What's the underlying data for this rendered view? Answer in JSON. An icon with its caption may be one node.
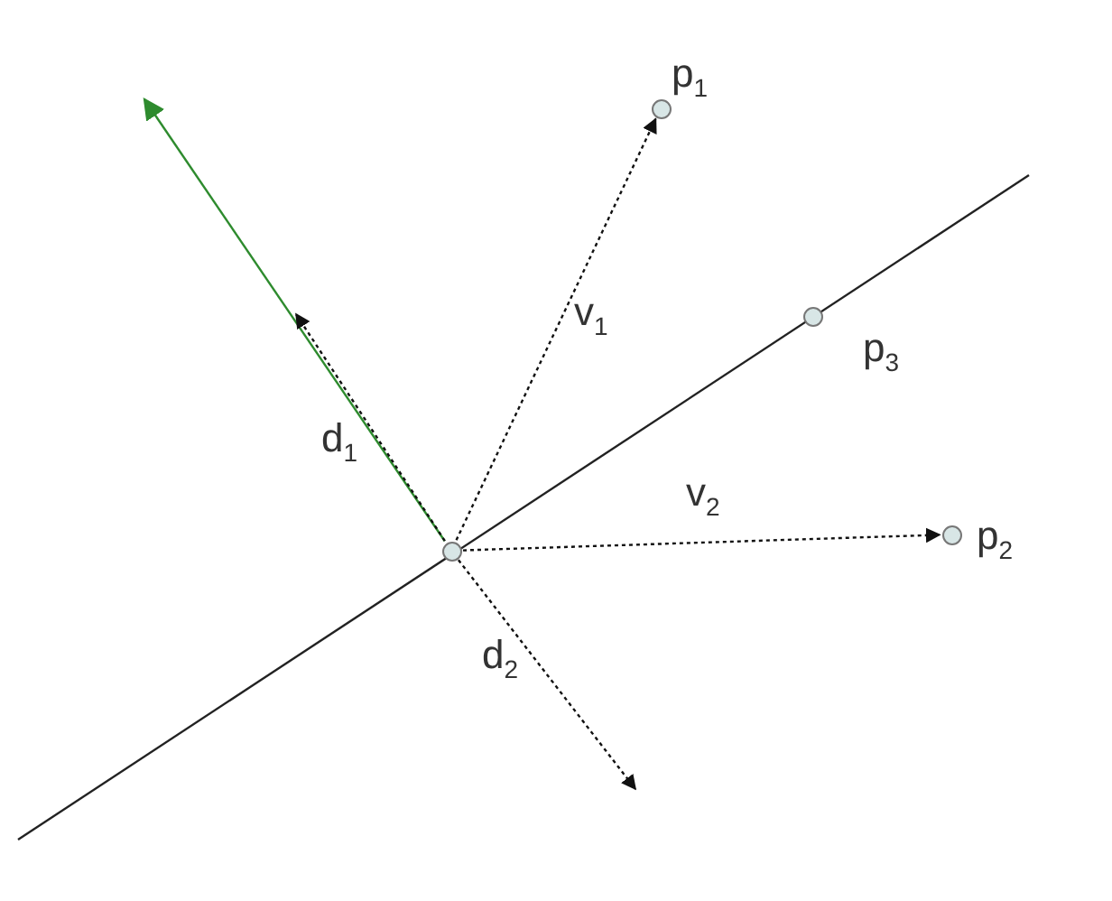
{
  "diagram": {
    "nodes": [
      {
        "text": [],
        "shape": "circle",
        "beside": [
          "p$_{1}$"
        ]
      },
      {
        "text": [],
        "shape": "circle",
        "beside": [
          "p$_{3}$"
        ]
      },
      {
        "text": [],
        "shape": "circle",
        "beside": [
          "p$_{2}$"
        ]
      },
      {
        "text": [],
        "shape": "circle"
      }
    ],
    "edges": [
      {
        "from": 3,
        "to": 0,
        "arrow": "to",
        "style": "dashed",
        "label": "v$_{1}$"
      },
      {
        "from": 3,
        "to": 2,
        "arrow": "to",
        "style": "dashed",
        "label": "v$_{2}$"
      },
      {
        "from": 3,
        "to": null,
        "arrow": "to",
        "style": "dashed",
        "label": "d$_{1}$"
      },
      {
        "from": 3,
        "to": null,
        "arrow": "to",
        "color": "#2e8b2e"
      },
      {
        "from": 3,
        "to": null,
        "arrow": "to",
        "style": "dashed",
        "label": "d$_{2}$"
      }
    ]
  }
}
